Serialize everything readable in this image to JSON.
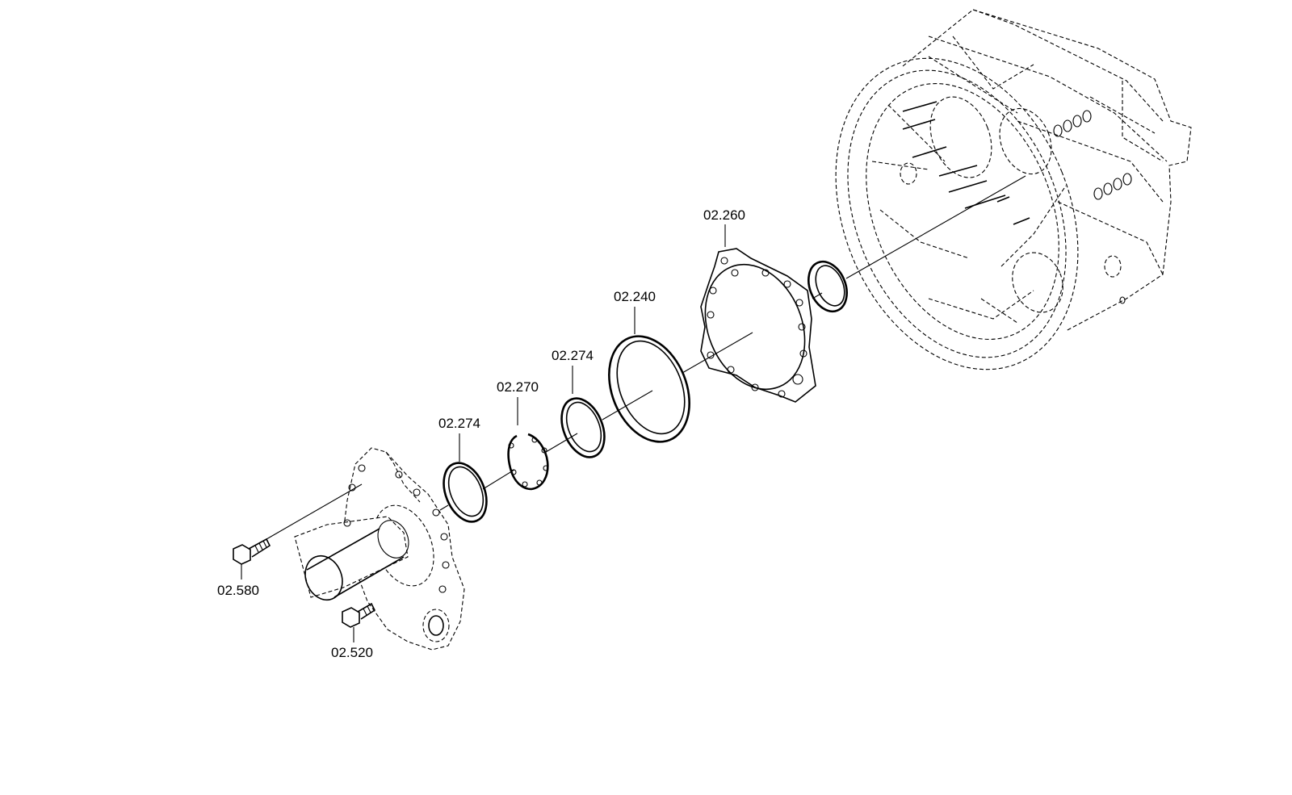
{
  "labels": {
    "p02260": "02.260",
    "p02240": "02.240",
    "p02274_upper": "02.274",
    "p02270": "02.270",
    "p02274_lower": "02.274",
    "p02580": "02.580",
    "p02520": "02.520"
  },
  "icons": {
    "housing": "transmission-housing-icon",
    "cover": "bearing-cover-icon",
    "gasket": "gasket-icon",
    "seal": "shaft-seal-icon",
    "shim": "shim-ring-icon",
    "oring": "o-ring-icon",
    "circlip": "retaining-ring-icon",
    "bolt": "hex-bolt-icon"
  },
  "colors": {
    "line": "#000000",
    "background": "#ffffff"
  }
}
